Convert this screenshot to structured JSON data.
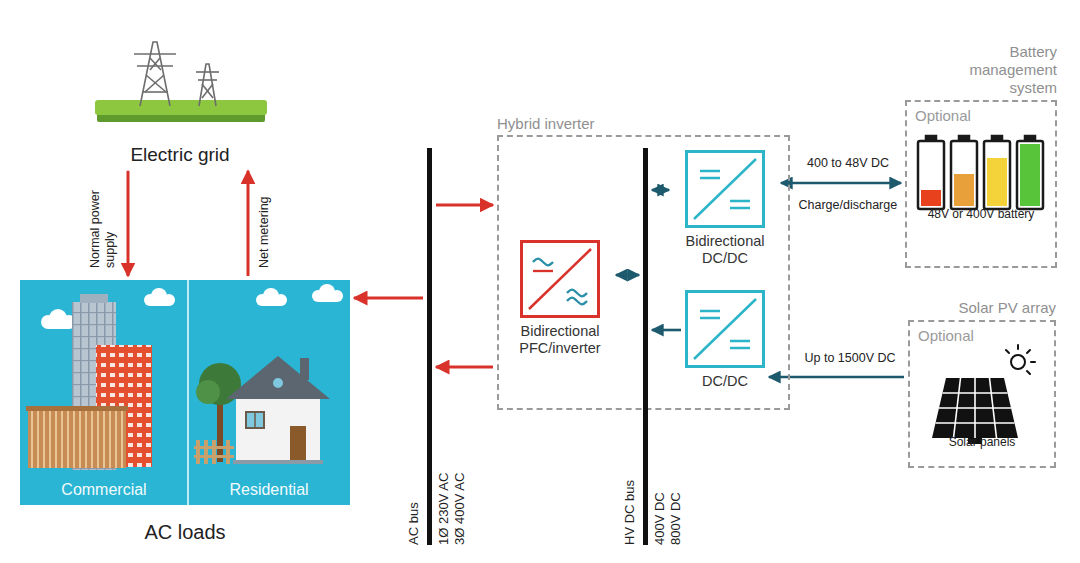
{
  "diagram": {
    "nodes": [
      {
        "text": [
          "Electric grid"
        ]
      },
      {
        "text": [
          "AC loads"
        ]
      },
      {
        "text": [
          "Commercial"
        ],
        "in": 1
      },
      {
        "text": [
          "Residential"
        ],
        "in": 1
      },
      {
        "text": [
          "AC bus",
          "1Ø 230V AC",
          "3Ø 400V AC"
        ]
      },
      {
        "text": [
          "Hybrid inverter"
        ]
      },
      {
        "text": [
          "Bidirectional PFC/inverter"
        ],
        "in": 5
      },
      {
        "text": [
          "HV DC bus",
          "400V DC",
          "800V DC"
        ],
        "in": 5
      },
      {
        "text": [
          "Bidirectional DC/DC"
        ],
        "in": 5
      },
      {
        "text": [
          "DC/DC"
        ],
        "in": 5
      },
      {
        "text": [
          "Battery management system",
          "Optional",
          "48V or 400V battery"
        ]
      },
      {
        "text": [
          "Solar PV array",
          "Optional",
          "Solar panels"
        ]
      }
    ],
    "edges": [
      {
        "from": 0,
        "to": 1,
        "label": "Normal power supply",
        "arrow": "to"
      },
      {
        "from": 1,
        "to": 0,
        "label": "Net metering",
        "arrow": "to"
      },
      {
        "from": 4,
        "to": 1,
        "arrow": "to"
      },
      {
        "from": 4,
        "to": 5,
        "arrow": "to"
      },
      {
        "from": 5,
        "to": 4,
        "arrow": "to"
      },
      {
        "from": 6,
        "to": 7,
        "arrow": "both"
      },
      {
        "from": 7,
        "to": 8,
        "arrow": "both"
      },
      {
        "from": 9,
        "to": 7,
        "arrow": "to"
      },
      {
        "from": 10,
        "to": 8,
        "label": "400 to 48V DC",
        "arrow": "both"
      },
      {
        "from": 11,
        "to": 9,
        "label": "Up to 1500V DC",
        "arrow": "to"
      }
    ],
    "labels": [
      "Charge/discharge"
    ]
  }
}
